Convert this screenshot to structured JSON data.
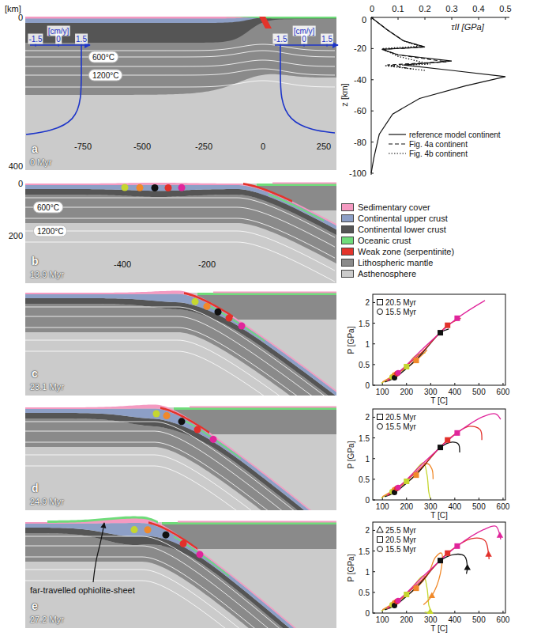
{
  "diagram": {
    "labels": [
      "[km]",
      "0",
      "400",
      "[cm/y]",
      "-1.5",
      "0",
      "1.5",
      "[cm/y]",
      "-1.5",
      "0",
      "1.5",
      "600°C",
      "1200°C",
      "-750",
      "-500",
      "-250",
      "0",
      "250",
      "a",
      "0 Myr",
      "0",
      "0.1",
      "0.2",
      "0.3",
      "0.4",
      "0.5",
      "τII [GPa]",
      "0",
      "-20",
      "-40",
      "-60",
      "-80",
      "-100",
      "z [km]",
      "0",
      "200",
      "600°C",
      "1200°C",
      "-400",
      "-200",
      "b",
      "13.9 Myr",
      "c",
      "23.1 Myr",
      "P [GPa]",
      "0",
      "0.5",
      "1",
      "1.5",
      "2",
      "100",
      "200",
      "300",
      "400",
      "500",
      "600",
      "T [C]",
      "d",
      "24.9 Myr",
      "P [GPa]",
      "0",
      "0.5",
      "1",
      "1.5",
      "2",
      "100",
      "200",
      "300",
      "400",
      "500",
      "600",
      "T [C]",
      "e",
      "27.2 Myr",
      "far-travelled ophiolite-sheet",
      "P [GPa]",
      "0",
      "0.5",
      "1",
      "1.5",
      "2",
      "100",
      "200",
      "300",
      "400",
      "500",
      "600",
      "T [C]"
    ],
    "legend": [
      {
        "text": "reference model continent"
      },
      {
        "text": "Fig. 4a continent"
      },
      {
        "text": "Fig. 4b continent"
      },
      {
        "text": "Sedimentary cover",
        "color": "#f49ac1"
      },
      {
        "text": "Continental upper crust",
        "color": "#8d9fc6"
      },
      {
        "text": "Continental lower crust",
        "color": "#555555"
      },
      {
        "text": "Oceanic crust",
        "color": "#6fdc7a"
      },
      {
        "text": "Weak zone (serpentinite)",
        "color": "#e3342b"
      },
      {
        "text": "Lithospheric mantle",
        "color": "#8a8a8a"
      },
      {
        "text": "Asthenosphere",
        "color": "#cbcbcb"
      },
      {
        "text": "20.5 Myr"
      },
      {
        "text": "15.5 Myr"
      },
      {
        "text": "20.5 Myr"
      },
      {
        "text": "15.5 Myr"
      },
      {
        "text": "25.5 Myr"
      },
      {
        "text": "20.5 Myr"
      },
      {
        "text": "15.5 Myr"
      }
    ]
  }
}
